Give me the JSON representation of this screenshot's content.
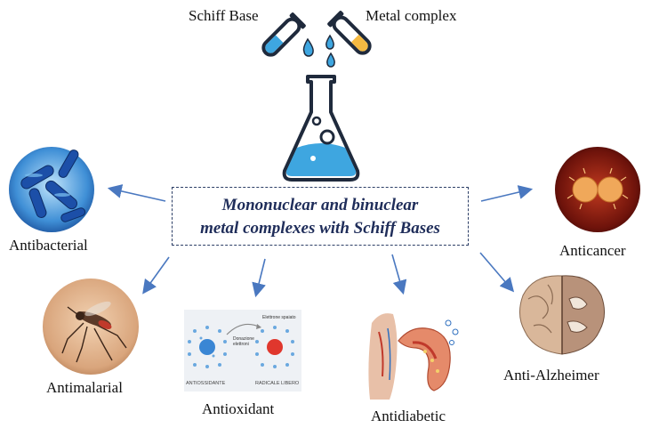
{
  "top": {
    "schiff_base_label": "Schiff Base",
    "metal_complex_label": "Metal complex"
  },
  "center": {
    "line1": "Mononuclear and binuclear",
    "line2": "metal complexes with Schiff Bases"
  },
  "activities": {
    "antibacterial": "Antibacterial",
    "antimalarial": "Antimalarial",
    "antioxidant": "Antioxidant",
    "antidiabetic": "Antidiabetic",
    "anti_alzheimer": "Anti-Alzheimer",
    "anticancer": "Anticancer"
  },
  "antioxidant_figure": {
    "antiossidante": "ANTIOSSIDANTE",
    "radicale_libero": "RADICALE LIBERO",
    "donazione": "Donazione elettroni",
    "elettrone_spaiato": "Elettrone spaiato"
  },
  "colors": {
    "arrow": "#4a78c0",
    "liquid_blue": "#3ea6e0",
    "liquid_orange": "#f4b942",
    "outline": "#1f2a3c",
    "center_text": "#1f2d5a"
  }
}
